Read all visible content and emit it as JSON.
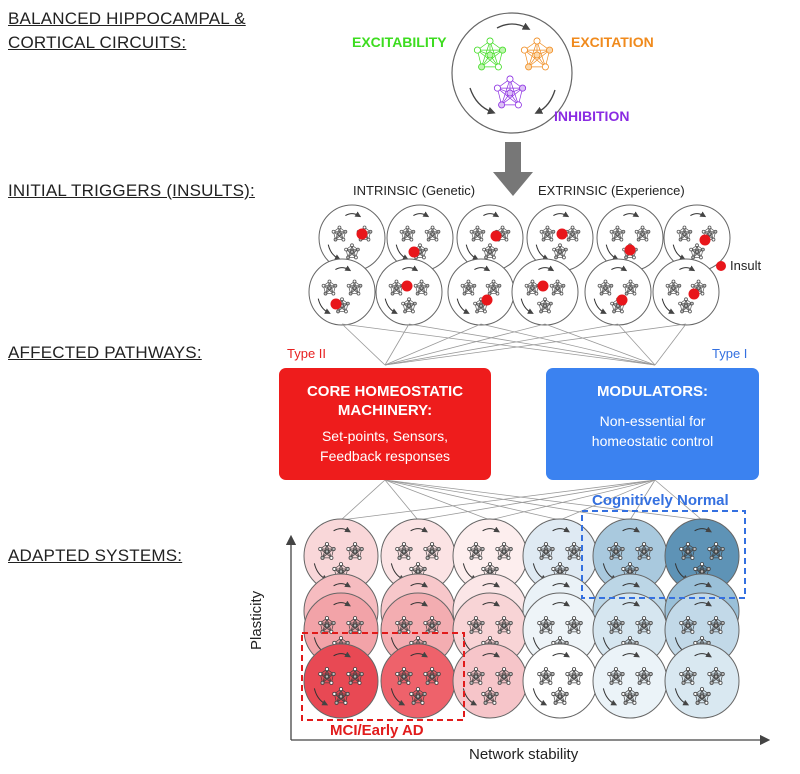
{
  "sections": {
    "balanced_line1": "BALANCED HIPPOCAMPAL &",
    "balanced_line2": "CORTICAL CIRCUITS:",
    "triggers": "INITIAL TRIGGERS (INSULTS):",
    "pathways": "AFFECTED PATHWAYS:",
    "adapted": "ADAPTED SYSTEMS:"
  },
  "circuit": {
    "excitability": "EXCITABILITY",
    "excitation": "EXCITATION",
    "inhibition": "INHIBITION"
  },
  "triggers": {
    "intrinsic": "INTRINSIC (Genetic)",
    "extrinsic": "EXTRINSIC (Experience)",
    "insult_legend": "Insult"
  },
  "pathways": {
    "type2": "Type II",
    "type1": "Type I",
    "core": {
      "title1": "CORE HOMEOSTATIC",
      "title2": "MACHINERY:",
      "sub1": "Set-points, Sensors,",
      "sub2": "Feedback responses"
    },
    "modulators": {
      "title": "MODULATORS:",
      "sub1": "Non-essential for",
      "sub2": "homeostatic control"
    }
  },
  "adapted": {
    "cognitively_normal": "Cognitively Normal",
    "mci": "MCI/Early AD",
    "x_axis": "Network stability",
    "y_axis": "Plasticity"
  },
  "colors": {
    "excitability": "#3ddc1f",
    "excitation": "#f08a1c",
    "inhibition": "#8a2be2",
    "core_box": "#ee1c1c",
    "modulators_box": "#3b82f0",
    "insult": "#e8161b",
    "cognitively_normal": "#3470e0",
    "mci": "#e11b1b",
    "type2": "#e82020",
    "type1": "#3470e0"
  }
}
